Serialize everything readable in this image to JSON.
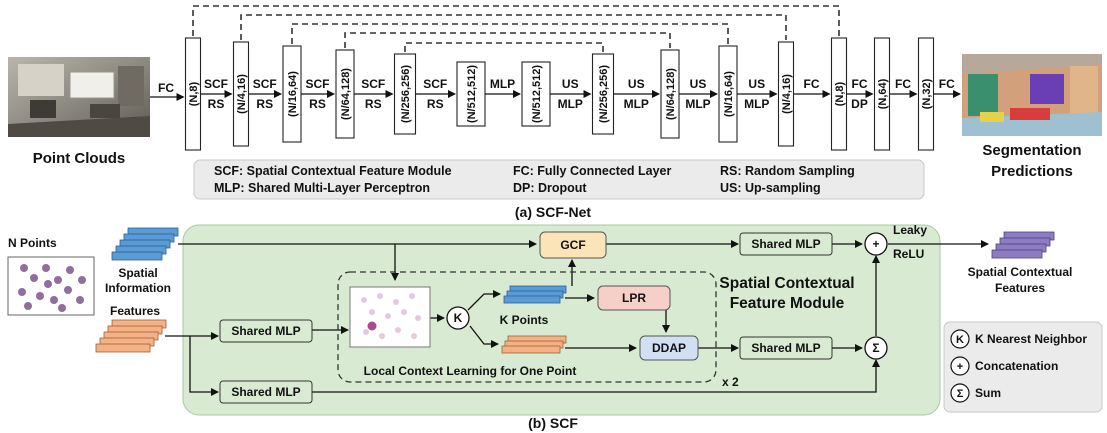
{
  "network": {
    "left_label": "Point Clouds",
    "right_label_line1": "Segmentation",
    "right_label_line2": "Predictions",
    "caption": "(a) SCF-Net",
    "input_op": "FC",
    "blocks": [
      "(N,8)",
      "(N/4,16)",
      "(N/16,64)",
      "(N/64,128)",
      "(N/256,256)",
      "(N/512,512)",
      "(N/512,512)",
      "(N/256,256)",
      "(N/64,128)",
      "(N/16,64)",
      "(N/4,16)",
      "(N,8)",
      "(N,64)",
      "(N,32)"
    ],
    "ops_top": [
      "SCF",
      "SCF",
      "SCF",
      "SCF",
      "SCF",
      "MLP",
      "US",
      "US",
      "US",
      "US",
      "FC",
      "FC",
      "FC"
    ],
    "ops_bottom": [
      "RS",
      "RS",
      "RS",
      "RS",
      "RS",
      "",
      "MLP",
      "MLP",
      "MLP",
      "MLP",
      "",
      "DP",
      ""
    ],
    "legend": [
      "SCF: Spatial Contextual Feature Module",
      "FC: Fully Connected Layer",
      "RS: Random Sampling",
      "MLP: Shared Multi-Layer Perceptron",
      "DP: Dropout",
      "US: Up-sampling"
    ]
  },
  "module": {
    "caption": "(b) SCF",
    "title_line1": "Spatial Contextual",
    "title_line2": "Feature Module",
    "n_points": "N Points",
    "spatial_line1": "Spatial",
    "spatial_line2": "Information",
    "features": "Features",
    "output_line1": "Spatial Contextual",
    "output_line2": "Features",
    "gcf": "GCF",
    "lpr": "LPR",
    "ddap": "DDAP",
    "knn": "K",
    "shared_mlp": "Shared MLP",
    "k_points": "K Points",
    "local_context": "Local Context Learning for One Point",
    "repeat": "x 2",
    "leaky_line1": "Leaky",
    "leaky_line2": "ReLU",
    "plus": "+",
    "sigma": "Σ",
    "legend": [
      {
        "symbol": "K",
        "text": "K Nearest Neighbor"
      },
      {
        "symbol": "+",
        "text": "Concatenation"
      },
      {
        "symbol": "Σ",
        "text": "Sum"
      }
    ]
  },
  "colors": {
    "module_bg": "#d8ebd2",
    "legend_bg": "#ebebeb",
    "gcf": "#fbe5b8",
    "lpr": "#f7cfc9",
    "ddap": "#d2dff3",
    "blue": "#5b9bd5",
    "orange": "#f4b183",
    "purple": "#8e7cc3",
    "dots": "#8e6f9e"
  }
}
